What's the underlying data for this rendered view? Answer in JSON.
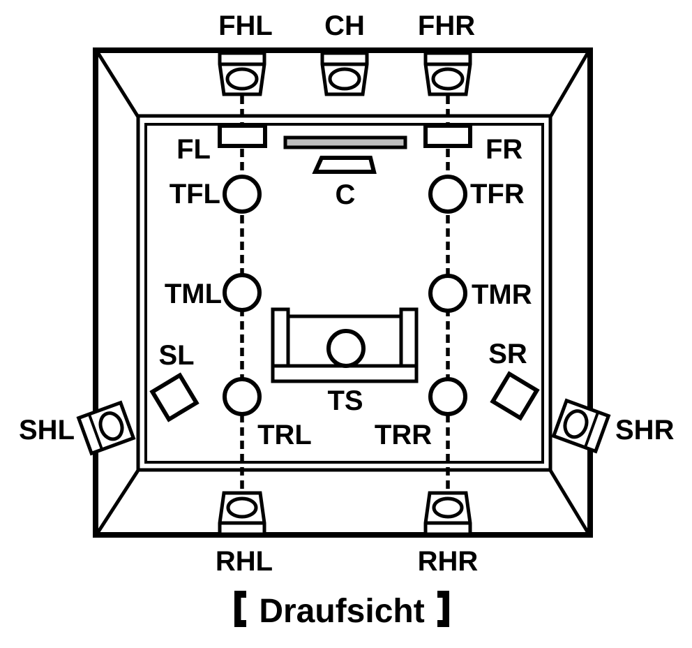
{
  "caption": {
    "full": "【Draufsicht】",
    "text": "Draufsicht",
    "open_bracket": "【",
    "close_bracket": "】"
  },
  "speaker_labels": {
    "front_height_left": "FHL",
    "center_height": "CH",
    "front_height_right": "FHR",
    "front_left": "FL",
    "front_right": "FR",
    "center": "C",
    "top_front_left": "TFL",
    "top_front_right": "TFR",
    "top_middle_left": "TML",
    "top_middle_right": "TMR",
    "surround_left": "SL",
    "surround_right": "SR",
    "surround_height_left": "SHL",
    "surround_height_right": "SHR",
    "top_rear_left": "TRL",
    "top_rear_right": "TRR",
    "top_surround": "TS",
    "rear_height_left": "RHL",
    "rear_height_right": "RHR"
  },
  "colors": {
    "line": "#000000",
    "background": "#ffffff",
    "tv_screen_fill": "#c0c0c0"
  }
}
